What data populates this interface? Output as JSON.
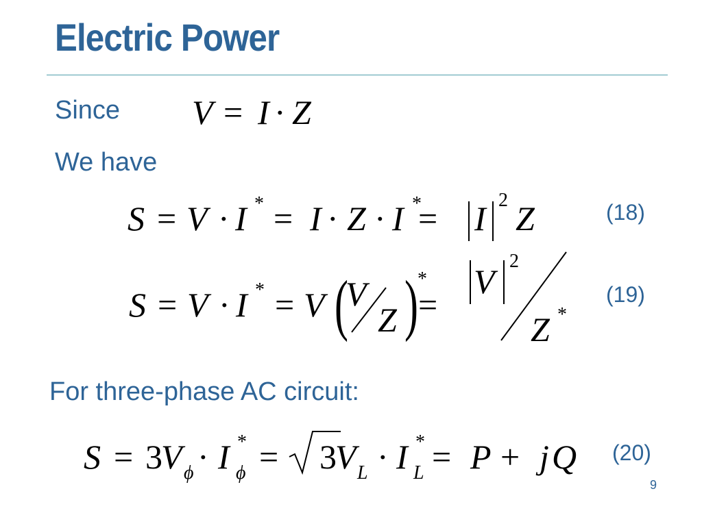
{
  "slide": {
    "title": "Electric Power",
    "since_label": "Since",
    "we_have_label": "We have",
    "three_phase_label": "For three-phase AC circuit:",
    "eq18_number": "(18)",
    "eq19_number": "(19)",
    "eq20_number": "(20)",
    "slide_number": "9"
  },
  "equations": {
    "since": {
      "V": "V",
      "eq": "=",
      "I": "I",
      "dot": "·",
      "Z": "Z"
    },
    "eq18": {
      "S": "S",
      "eq1": "=",
      "V": "V",
      "dot1": "·",
      "I1": "I",
      "star1": "*",
      "eq2": "=",
      "I2": "I",
      "dot2": "·",
      "Z1": "Z",
      "dot3": "·",
      "I3": "I",
      "star2": "*",
      "eq3": "=",
      "I4": "I",
      "sq": "2",
      "Z2": "Z"
    },
    "eq19": {
      "S": "S",
      "eq1": "=",
      "V1": "V",
      "dot1": "·",
      "I1": "I",
      "star1": "*",
      "eq2": "=",
      "V2": "V",
      "lparen": "(",
      "V3": "V",
      "Z1": "Z",
      "rparen": ")",
      "star2": "*",
      "eq3": "=",
      "V4": "V",
      "sq": "2",
      "Z2": "Z",
      "star3": "*"
    },
    "eq20": {
      "S": "S",
      "eq1": "=",
      "three1": "3",
      "V1": "V",
      "phi1": "ϕ",
      "dot1": "·",
      "I1": "I",
      "star1": "*",
      "phi2": "ϕ",
      "eq2": "=",
      "three2": "3",
      "V2": "V",
      "L1": "L",
      "dot2": "·",
      "I2": "I",
      "star2": "*",
      "L2": "L",
      "eq3": "=",
      "P": "P",
      "plus": "+",
      "j": "j",
      "Q": "Q"
    }
  },
  "colors": {
    "title_blue": "#2E6497",
    "rule_teal": "#4F9EAA",
    "math_black": "#000000"
  }
}
